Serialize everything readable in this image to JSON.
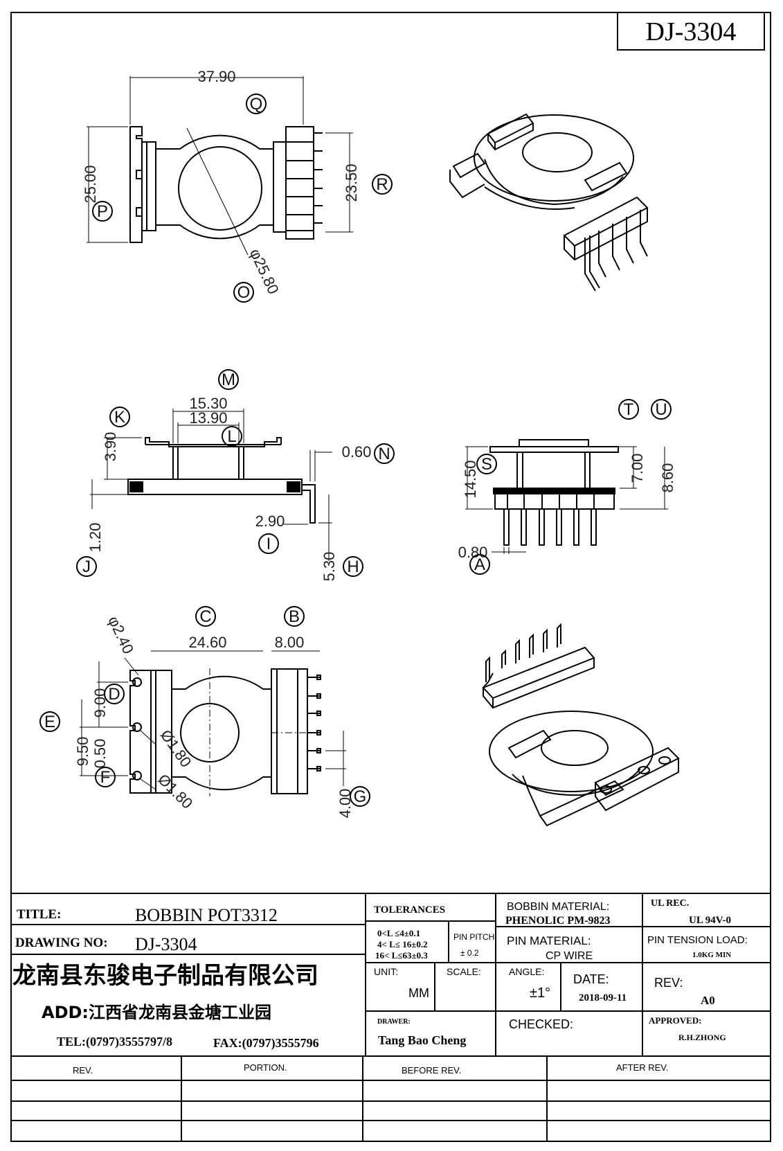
{
  "drawing_number_box": "DJ-3304",
  "balloons": [
    "Q",
    "R",
    "P",
    "O",
    "M",
    "K",
    "L",
    "N",
    "I",
    "J",
    "H",
    "T",
    "U",
    "S",
    "A",
    "C",
    "B",
    "D",
    "E",
    "F",
    "G"
  ],
  "dimensions": {
    "top_width": "37.90",
    "top_height": "25.00",
    "top_pin_span": "23.50",
    "top_diameter": "φ25.80",
    "side_outer": "15.30",
    "side_inner": "13.90",
    "side_flange": "3.90",
    "side_pin_thk": "0.60",
    "side_base": "1.20",
    "side_pin_offset": "2.90",
    "side_pin_len": "5.30",
    "front_height": "14.50",
    "front_upper": "7.00",
    "front_total": "8.60",
    "front_pin_w": "0.80",
    "bottom_width": "24.60",
    "bottom_pin_block": "8.00",
    "bottom_hole_big": "φ2.40",
    "bottom_pitch_a": "9.00",
    "bottom_pitch_b": "9.50",
    "bottom_pitch_c": "0.50",
    "bottom_hole_1": "Ø1.80",
    "bottom_hole_2": "Ø1.80",
    "bottom_pin_pitch": "4.00"
  },
  "title_block": {
    "title_label": "TITLE:",
    "title_value": "BOBBIN POT3312",
    "drawing_no_label": "DRAWING NO:",
    "drawing_no_value": "DJ-3304",
    "company": "龙南县东骏电子制品有限公司",
    "address": "ADD:江西省龙南县金塘工业园",
    "tel": "TEL:(0797)3555797/8",
    "fax": "FAX:(0797)3555796",
    "tolerances_label": "TOLERANCES",
    "tol_1": "0<L ≤4±0.1",
    "tol_2": "4< L≤  16±0.2",
    "tol_3": "16< L≤63±0.3",
    "pin_pitch_label": "PIN PITCH",
    "pin_pitch_value": "± 0.2",
    "unit_label": "UNIT:",
    "unit_value": "MM",
    "scale_label": "SCALE:",
    "drawer_label": "DRAWER:",
    "drawer_value": "Tang Bao Cheng",
    "bobbin_material_label": "BOBBIN MATERIAL:",
    "bobbin_material_value": "PHENOLIC  PM-9823",
    "pin_material_label": "PIN MATERIAL:",
    "pin_material_value": "CP WIRE",
    "angle_label": "ANGLE:",
    "angle_value": "±1°",
    "date_label": "DATE:",
    "date_value": "2018-09-11",
    "checked_label": "CHECKED:",
    "ul_label": "UL REC.",
    "ul_value": "UL  94V-0",
    "pin_tension_label": "PIN TENSION LOAD:",
    "pin_tension_value": "1.0KG MIN",
    "rev_label": "REV:",
    "rev_value": "A0",
    "approved_label": "APPROVED:",
    "approved_value": "R.H.ZHONG"
  },
  "revision_table": {
    "headers": [
      "REV.",
      "PORTION.",
      "BEFORE REV.",
      "AFTER REV."
    ]
  }
}
